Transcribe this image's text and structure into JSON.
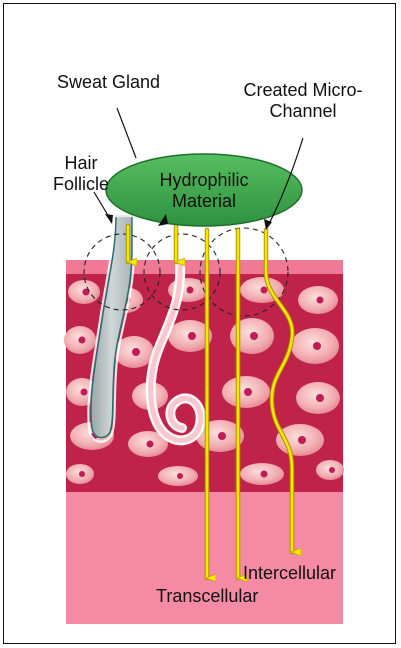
{
  "labels": {
    "sweat_gland": "Sweat Gland",
    "created_micro_channel_line1": "Created Micro-",
    "created_micro_channel_line2": "Channel",
    "hair_follicle_line1": "Hair",
    "hair_follicle_line2": "Follicle",
    "hydrophilic_line1": "Hydrophilic",
    "hydrophilic_line2": "Material",
    "intercellular": "Intercellular",
    "transcellular": "Transcellular"
  },
  "colors": {
    "skin_dark": "#c0234a",
    "skin_top": "#f07a96",
    "skin_lower": "#f48aa4",
    "cell_fill": "#f3b2b5",
    "cell_nucleus": "#c21b55",
    "hydrophilic_green": "#3aa44a",
    "arrow_yellow": "#f6e600",
    "hair_gray": "#b4c0c2"
  }
}
